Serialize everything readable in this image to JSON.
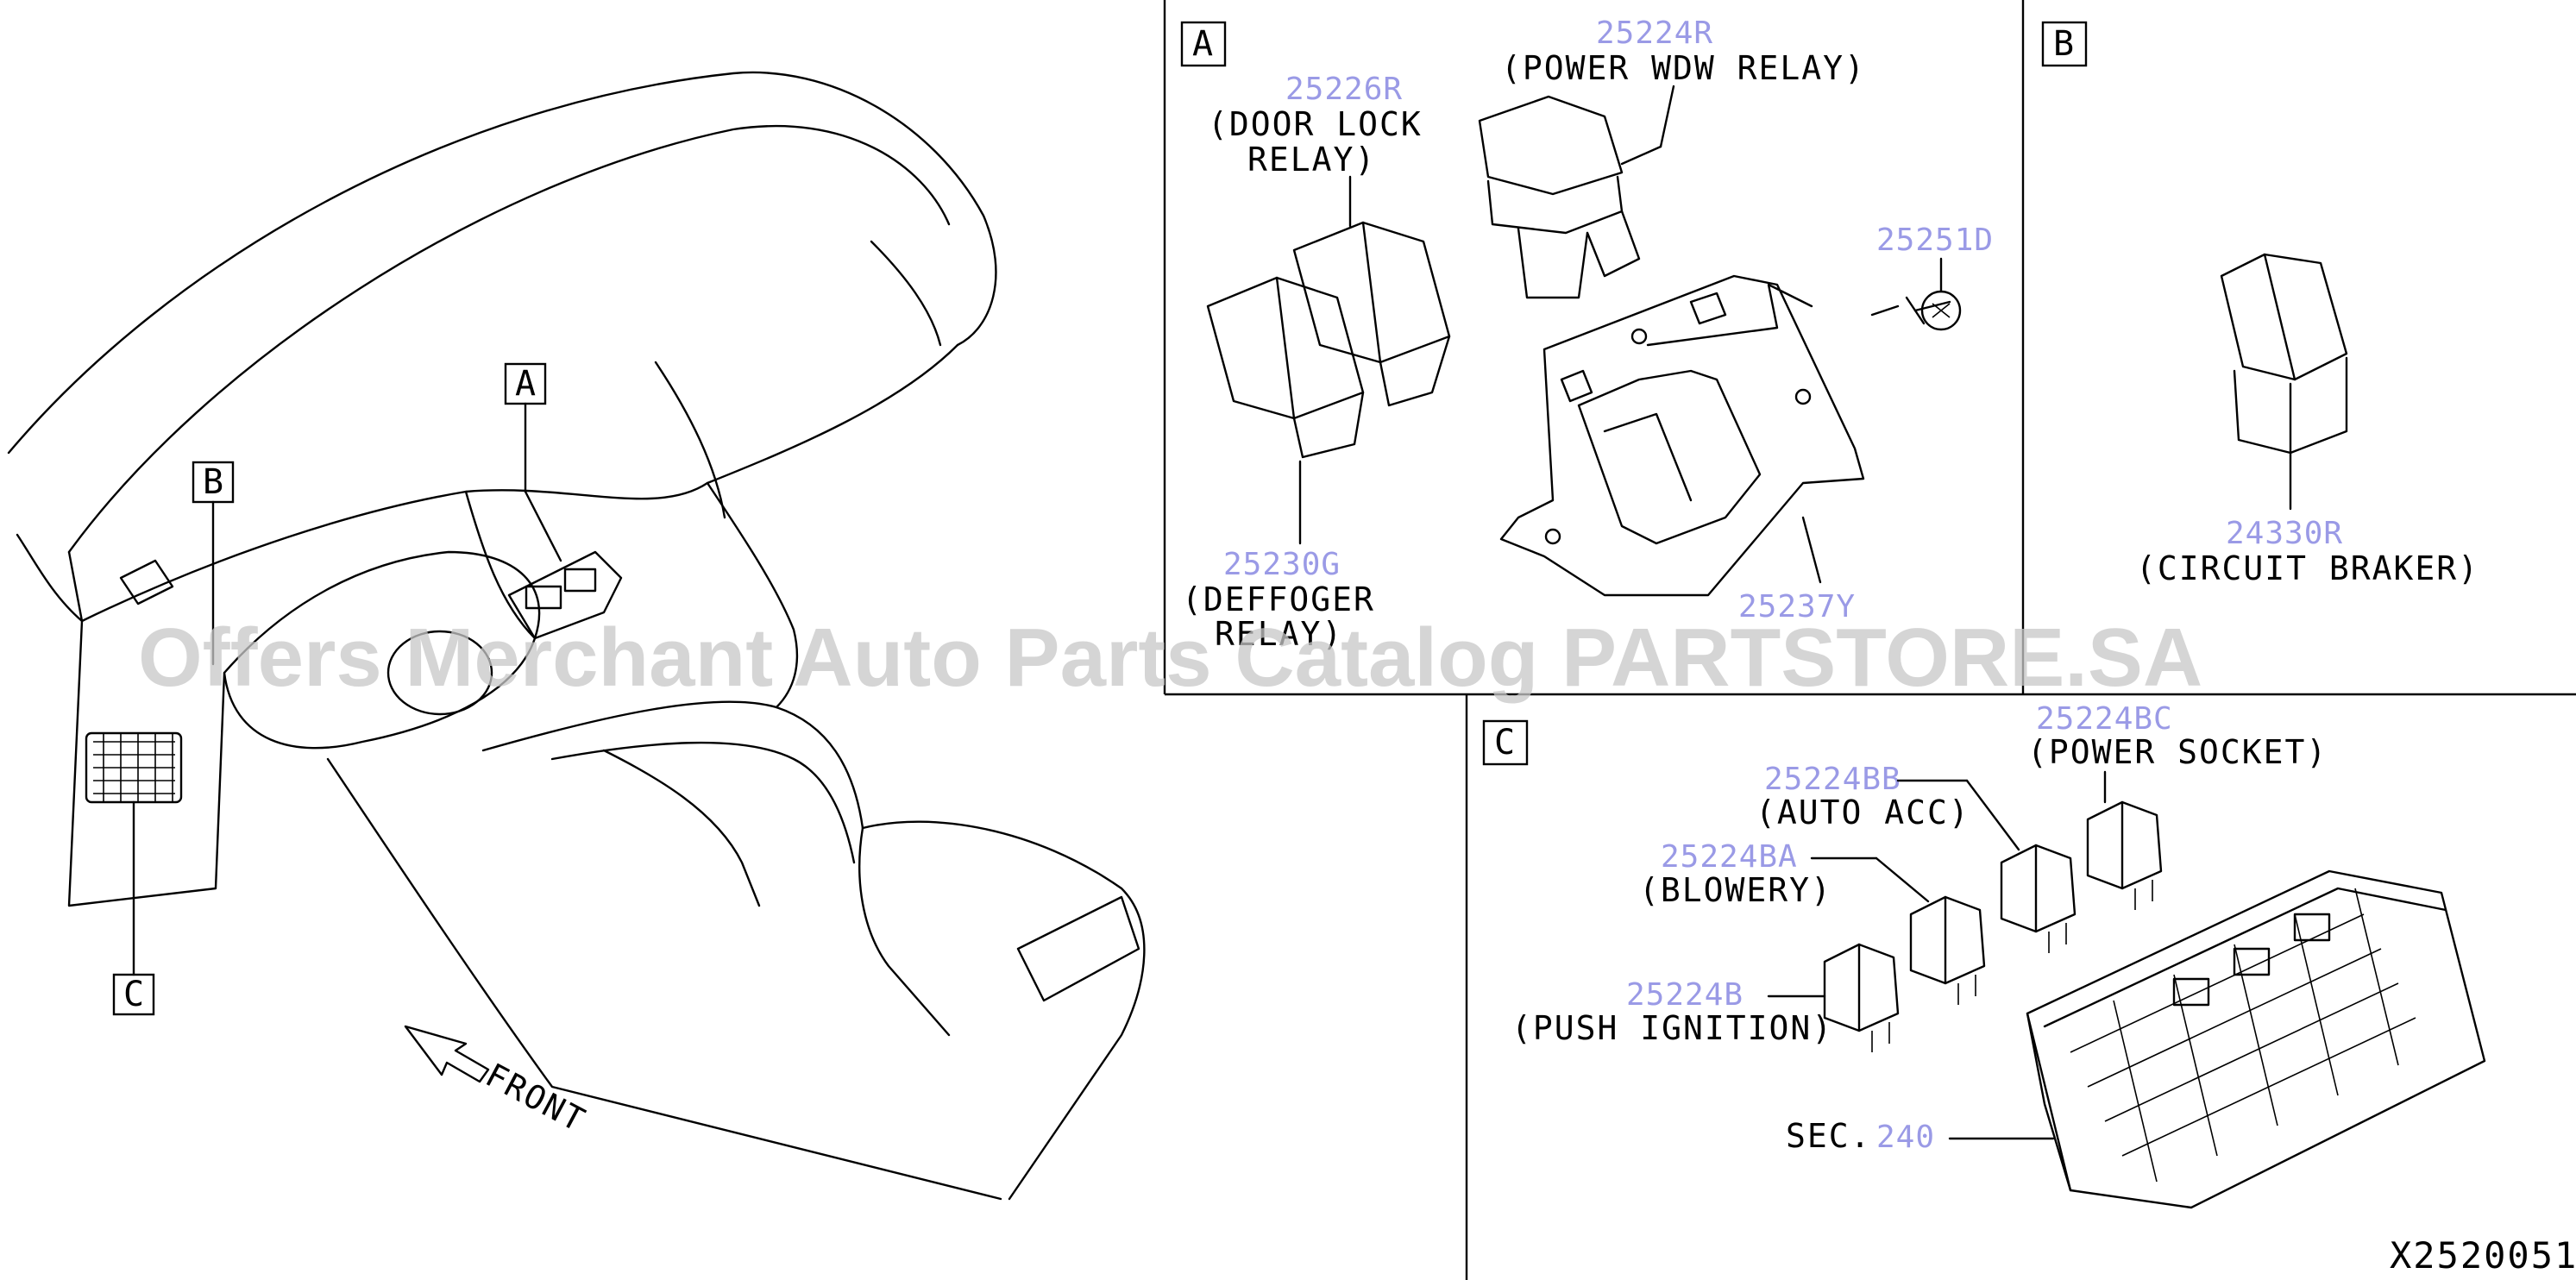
{
  "watermark": "Offers Merchant Auto Parts Catalog PARTSTORE.SA",
  "diagram_code": "X2520051",
  "overview": {
    "callout_a": "A",
    "callout_b": "B",
    "callout_c": "C",
    "front_label": "FRONT"
  },
  "panel_a": {
    "tag": "A",
    "parts": [
      {
        "number": "25226R",
        "name_line1": "(DOOR LOCK",
        "name_line2": "RELAY)"
      },
      {
        "number": "25224R",
        "name_line1": "(POWER WDW RELAY)"
      },
      {
        "number": "25251D"
      },
      {
        "number": "25230G",
        "name_line1": "(DEFFOGER",
        "name_line2": "RELAY)"
      },
      {
        "number": "25237Y"
      }
    ]
  },
  "panel_b": {
    "tag": "B",
    "parts": [
      {
        "number": "24330R",
        "name_line1": "(CIRCUIT BRAKER)"
      }
    ]
  },
  "panel_c": {
    "tag": "C",
    "parts": [
      {
        "number": "25224BC",
        "name_line1": "(POWER SOCKET)"
      },
      {
        "number": "25224BB",
        "name_line1": "(AUTO ACC)"
      },
      {
        "number": "25224BA",
        "name_line1": "(BLOWERY)"
      },
      {
        "number": "25224B",
        "name_line1": "(PUSH IGNITION)"
      }
    ],
    "sec_prefix": "SEC.",
    "sec_number": "240"
  }
}
